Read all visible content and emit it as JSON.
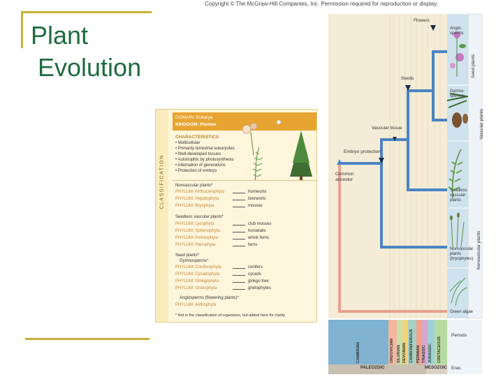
{
  "slide": {
    "title": "Plant\n Evolution",
    "copyright": "Copyright © The McGraw-Hill Companies, Inc. Permission required for reproduction or display."
  },
  "classification": {
    "vertical_label": "CLASSIFICATION",
    "domain": "DOMAIN: Eukarya",
    "kingdom": "KINGDOM: Plantae",
    "characteristics_title": "CHARACTERISTICS",
    "characteristics": [
      "• Multicellular",
      "• Primarily terrestrial eukaryotes",
      "• Well-developed tissues",
      "• Autotrophic by photosynthesis",
      "• Alternation of generations",
      "• Protection of embryo"
    ],
    "groups": [
      {
        "title": "Nonvascular plants*",
        "items": [
          {
            "phylum": "PHYLUM: Anthocerophyta",
            "common": "hornworts"
          },
          {
            "phylum": "PHYLUM: Hepatophyta",
            "common": "liverworts"
          },
          {
            "phylum": "PHYLUM: Bryophyta",
            "common": "mosses"
          }
        ]
      },
      {
        "title": "Seedless vascular plants*",
        "items": [
          {
            "phylum": "PHYLUM: Lycophyta",
            "common": "club mosses"
          },
          {
            "phylum": "PHYLUM: Sphenophyta",
            "common": "horsetails"
          },
          {
            "phylum": "PHYLUM: Psilotophyta",
            "common": "whisk ferns"
          },
          {
            "phylum": "PHYLUM: Pterophyta",
            "common": "ferns"
          }
        ]
      },
      {
        "title": "Seed plants*",
        "subtitle": "Gymnosperms*",
        "items": [
          {
            "phylum": "PHYLUM: Coniferophyta",
            "common": "conifers"
          },
          {
            "phylum": "PHYLUM: Cycadophyta",
            "common": "cycads"
          },
          {
            "phylum": "PHYLUM: Ginkgophyta",
            "common": "ginkgo tree"
          },
          {
            "phylum": "PHYLUM: Gnetophyta",
            "common": "gnetophytes"
          }
        ]
      },
      {
        "title": "Angiosperms (flowering plants)*",
        "items": [
          {
            "phylum": "PHYLUM: Anthophyta",
            "common": ""
          }
        ]
      }
    ],
    "footnote": "* Not in the classification of organisms, but added here for clarity."
  },
  "tree": {
    "nodes": {
      "flowers": "Flowers",
      "seeds": "Seeds",
      "vascular_tissue": "Vascular tissue",
      "embryo_protection": "Embryo protection",
      "common_ancestor": "Common\nancestor"
    },
    "groups": {
      "angiosperms": "Angio-\nsperms",
      "gymnosperms": "Gymno-\nsperms",
      "seedless_vascular": "Seedless\nvascular\nplants",
      "nonvascular": "Nonvascular\nplants\n(bryophytes)",
      "green_algae": "Green algae"
    },
    "side_labels": {
      "seed_plants": "Seed plants",
      "vascular_plants": "Vascular plants",
      "nonvascular_plants": "Nonvascular plants"
    },
    "periods": [
      "CAMBRIAN",
      "ORDOVICIAN",
      "SILURIAN",
      "DEVONIAN",
      "CARBONIFEROUS",
      "PERMIAN",
      "TRIASSIC",
      "JURASSIC",
      "CRETACEOUS"
    ],
    "periods_label": "Periods",
    "eras": [
      "PALEOZOIC",
      "MESOZOIC"
    ],
    "eras_label": "Eras",
    "colors": {
      "lineage_blue": "#4a84c4",
      "lineage_pink": "#e6a090",
      "chart_bg": "#f4ecd6",
      "plant_column": "#cfe2ee"
    }
  }
}
